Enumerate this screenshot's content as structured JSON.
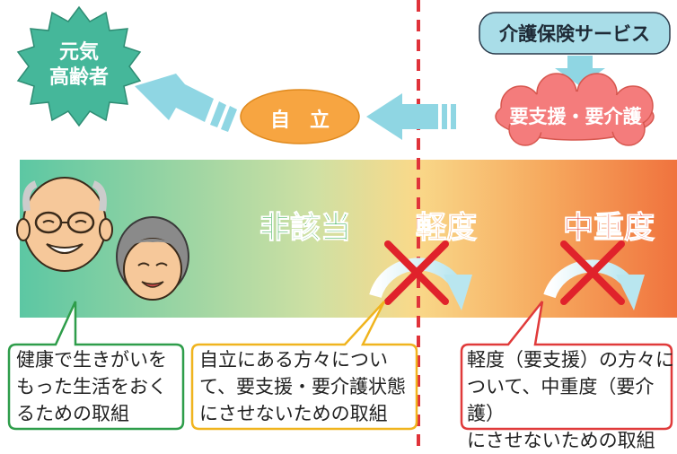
{
  "service_box": {
    "label": "介護保険サービス"
  },
  "cloud": {
    "label": "要支援・要介護"
  },
  "oval": {
    "label": "自　立"
  },
  "starburst": {
    "line1": "元気",
    "line2": "高齢者"
  },
  "band_labels": {
    "not_applicable": "非該当",
    "mild": "軽度",
    "moderate_severe": "中重度"
  },
  "callouts": {
    "green": "健康で生きがいを\nもった生活をおく\nるための取組",
    "yellow": "自立にある方々につい\nて、要支援・要介護状態\nにさせないための取組",
    "red": "軽度（要支援）の方々に\nついて、中重度（要介護）\nにさせないための取組"
  },
  "colors": {
    "band_start": "#5cc7a3",
    "band_mid": "#f9d98a",
    "band_end": "#f0733e",
    "teal_arrow": "#8fd6e3",
    "service_box": "#a9dde8",
    "cloud": "#f47c7c",
    "oval": "#f7a541",
    "starburst": "#45b79a",
    "divider": "#e0333a",
    "green_label": "#1aa33a",
    "orange_label": "#f08a24",
    "red_label": "#e53023",
    "x_mark": "#e0222b"
  }
}
